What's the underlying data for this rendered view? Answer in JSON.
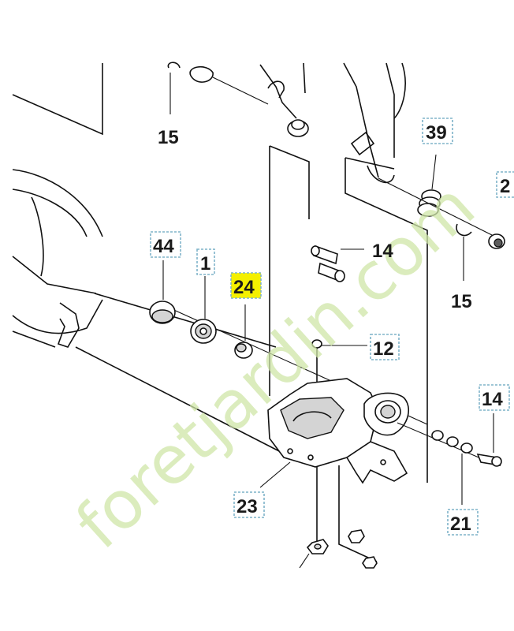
{
  "labels": [
    {
      "id": "15a",
      "text": "15"
    },
    {
      "id": "39",
      "text": "39"
    },
    {
      "id": "2",
      "text": "2"
    },
    {
      "id": "14a",
      "text": "14"
    },
    {
      "id": "15b",
      "text": "15"
    },
    {
      "id": "44",
      "text": "44"
    },
    {
      "id": "1",
      "text": "1"
    },
    {
      "id": "24",
      "text": "24"
    },
    {
      "id": "12",
      "text": "12"
    },
    {
      "id": "14b",
      "text": "14"
    },
    {
      "id": "23",
      "text": "23"
    },
    {
      "id": "21",
      "text": "21"
    }
  ],
  "watermark": {
    "text": "foretjardin.com"
  },
  "colors": {
    "highlight": "#f4f000",
    "box": "#7fb3c9",
    "watermark": "#cfe6a8"
  }
}
